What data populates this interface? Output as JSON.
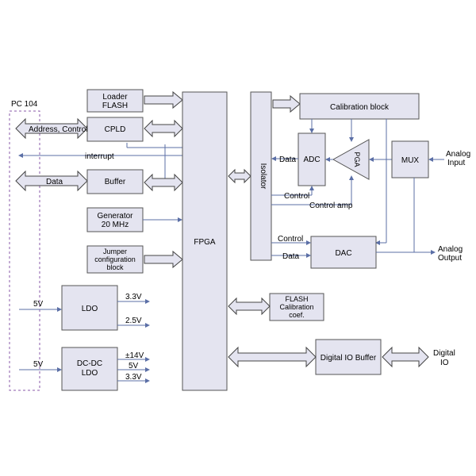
{
  "blocks": {
    "pc104": "PC 104",
    "loader": [
      "Loader",
      "FLASH"
    ],
    "cpld": "CPLD",
    "buffer": "Buffer",
    "generator": [
      "Generator",
      "20 MHz"
    ],
    "jumper": [
      "Jumper",
      "configuration",
      "block"
    ],
    "ldo": "LDO",
    "dcdc": [
      "DC-DC",
      "LDO"
    ],
    "fpga": "FPGA",
    "isolator": "Isolator",
    "calibration": "Calibration block",
    "adc": "ADC",
    "pga": "PGA",
    "mux": "MUX",
    "dac": "DAC",
    "flash_cal": [
      "FLASH",
      "Calibration",
      "coef."
    ],
    "digital_io_buffer": "Digital IO Buffer"
  },
  "labels": {
    "address_control": "Address, Control",
    "interrupt": "interrupt",
    "data_left": "Data",
    "v5_ldo": "5V",
    "v5_dcdc": "5V",
    "ldo_out1": "3.3V",
    "ldo_out2": "2.5V",
    "dcdc_out1": "±14V",
    "dcdc_out2": "5V",
    "dcdc_out3": "3.3V",
    "data_adc": "Data",
    "control_adc": "Control",
    "control_amp": "Control amp",
    "control_dac": "Control",
    "data_dac": "Data",
    "analog_input": [
      "Analog",
      "Input"
    ],
    "analog_output": [
      "Analog",
      "Output"
    ],
    "digital_io": [
      "Digital",
      "IO"
    ]
  }
}
